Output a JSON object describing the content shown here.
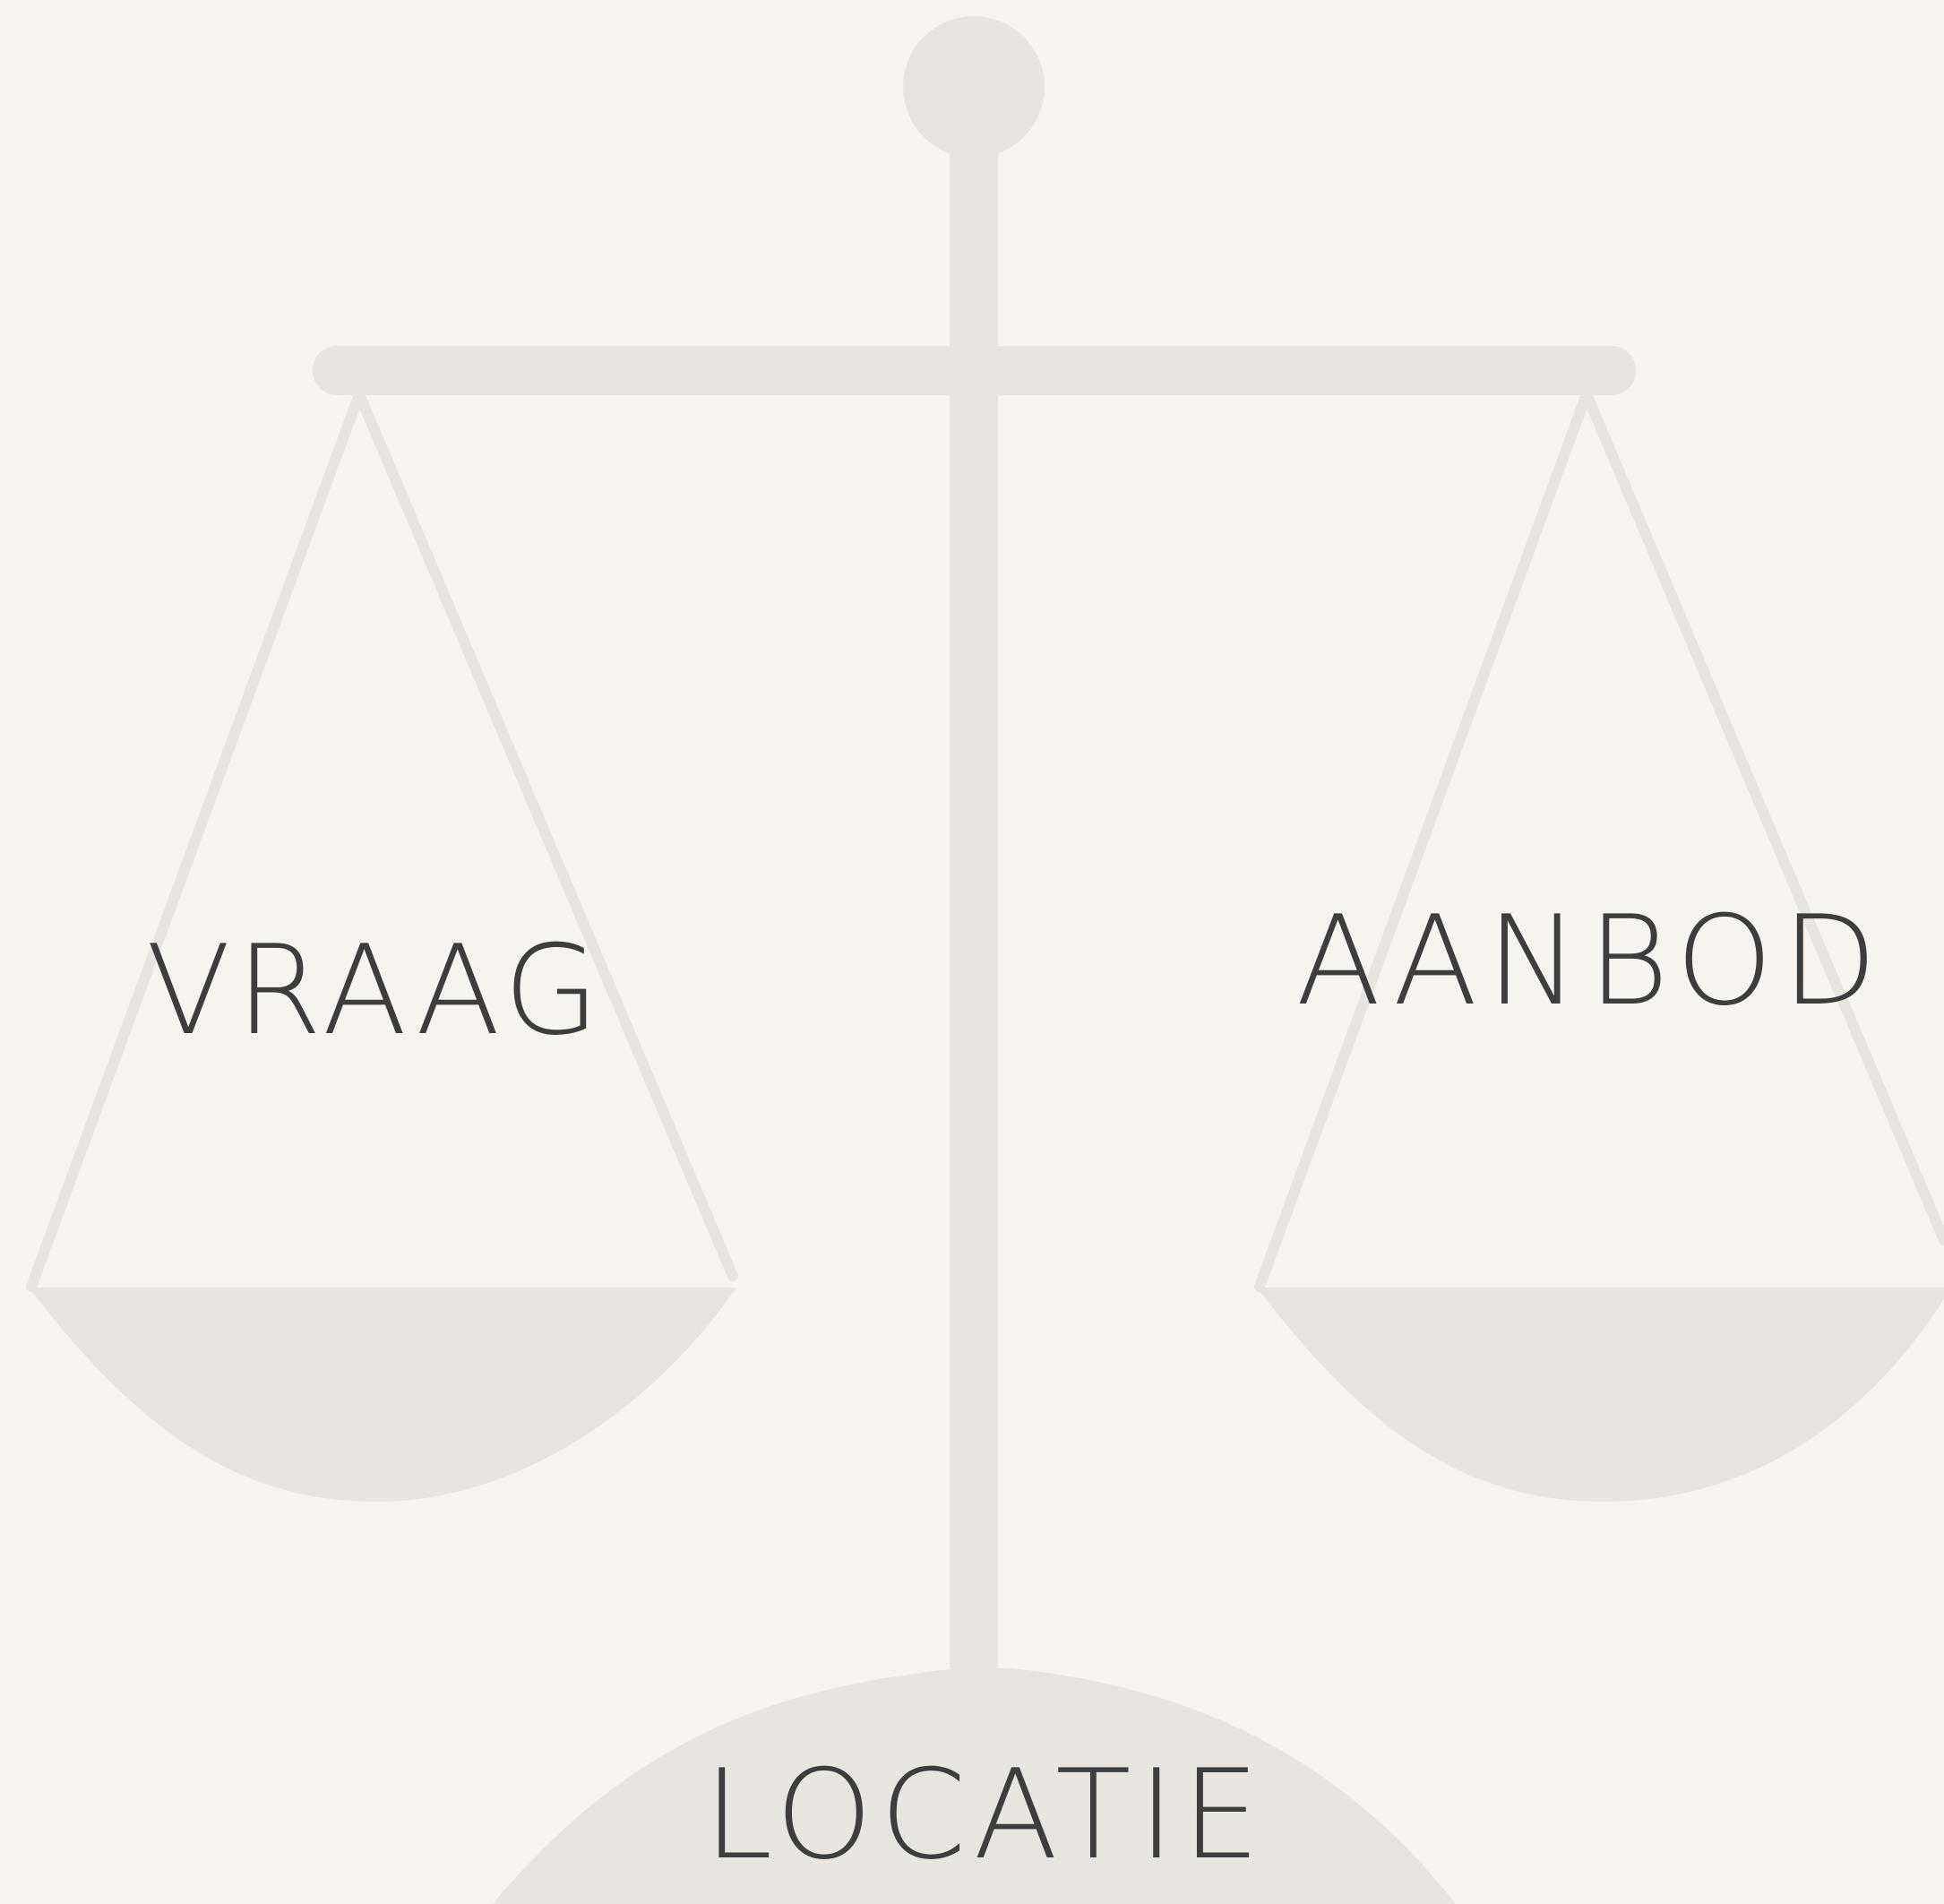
{
  "colors": {
    "background": "#f7f4f0",
    "scale": "#e8e4e0",
    "text": "#3d3d3d"
  },
  "labels": {
    "left_pan": "VRAAG",
    "right_pan": "AANBOD",
    "base": "LOCATIE"
  }
}
